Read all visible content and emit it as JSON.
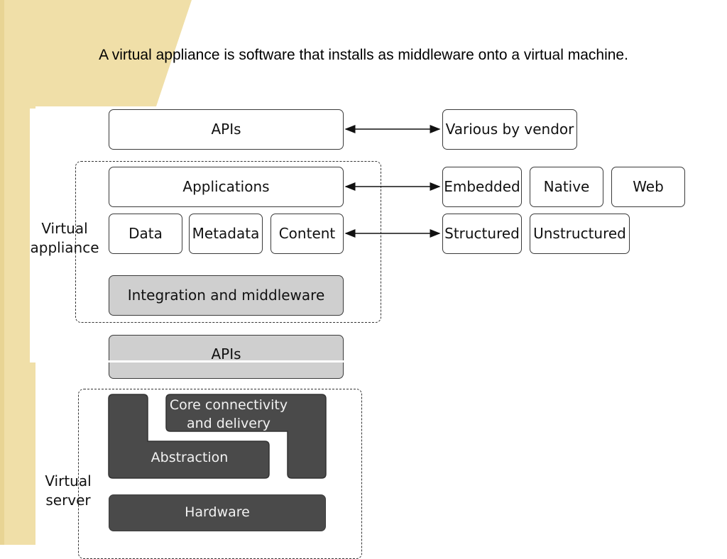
{
  "slide": {
    "title": "A virtual appliance is software that installs as middleware onto a virtual machine."
  },
  "diagram": {
    "top_apis": "APIs",
    "various_by_vendor": "Various by vendor",
    "applications": "Applications",
    "embedded": "Embedded",
    "native": "Native",
    "web": "Web",
    "data": "Data",
    "metadata": "Metadata",
    "content": "Content",
    "structured": "Structured",
    "unstructured": "Unstructured",
    "virtual_appliance_label": "Virtual\nappliance",
    "integration_middleware": "Integration and middleware",
    "lower_apis": "APIs",
    "core_connectivity": "Core connectivity\nand delivery",
    "abstraction": "Abstraction",
    "hardware": "Hardware",
    "virtual_server_label": "Virtual\nserver"
  },
  "colors": {
    "background_accent": "#f0dfa8",
    "box_gray": "#cfcfcf",
    "box_dark": "#4a4a4a"
  }
}
